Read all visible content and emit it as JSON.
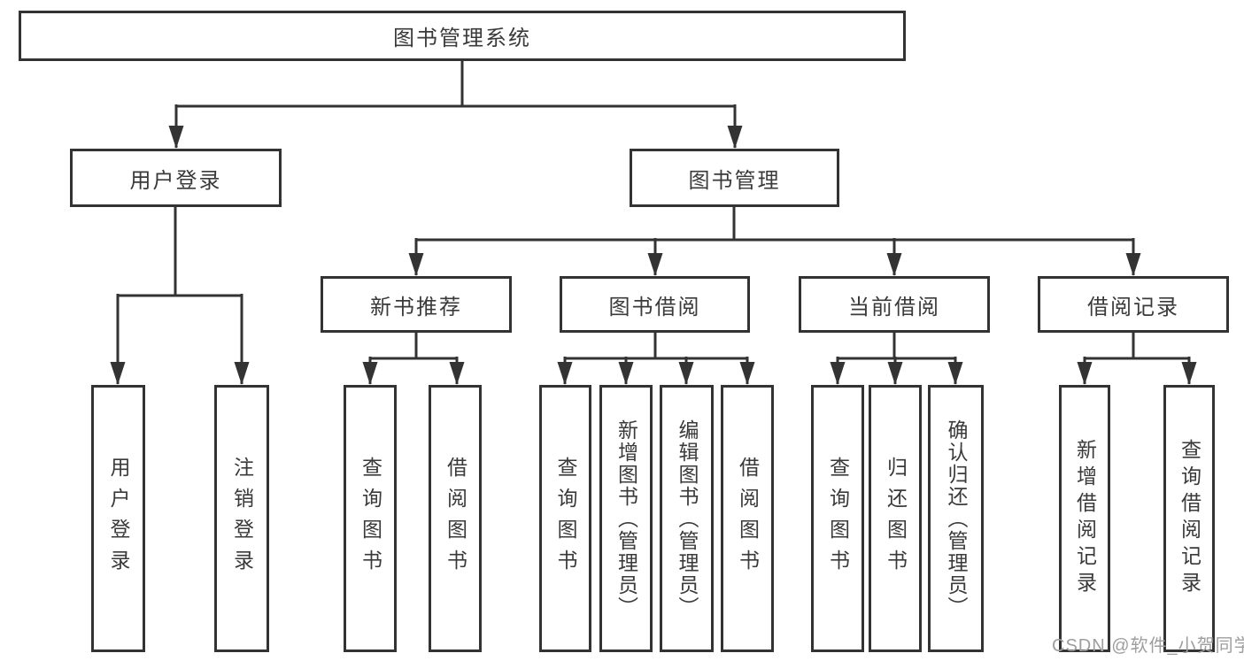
{
  "tree": {
    "label": "图书管理系统",
    "children": [
      {
        "label": "用户登录",
        "children": [
          {
            "label": "用户登录"
          },
          {
            "label": "注销登录"
          }
        ]
      },
      {
        "label": "图书管理",
        "children": [
          {
            "label": "新书推荐",
            "children": [
              {
                "label": "查询图书"
              },
              {
                "label": "借阅图书"
              }
            ]
          },
          {
            "label": "图书借阅",
            "children": [
              {
                "label": "查询图书"
              },
              {
                "label": "新增图书（管理员）"
              },
              {
                "label": "编辑图书（管理员）"
              },
              {
                "label": "借阅图书"
              }
            ]
          },
          {
            "label": "当前借阅",
            "children": [
              {
                "label": "查询图书"
              },
              {
                "label": "归还图书"
              },
              {
                "label": "确认归还（管理员）"
              }
            ]
          },
          {
            "label": "借阅记录",
            "children": [
              {
                "label": "新增借阅记录"
              },
              {
                "label": "查询借阅记录"
              }
            ]
          }
        ]
      }
    ]
  },
  "watermark": {
    "text": "CSDN @软件_小贺同学"
  },
  "colors": {
    "line": "#333333",
    "text": "#3a3a3a",
    "watermark": "#9e9e9e",
    "background": "#ffffff"
  }
}
